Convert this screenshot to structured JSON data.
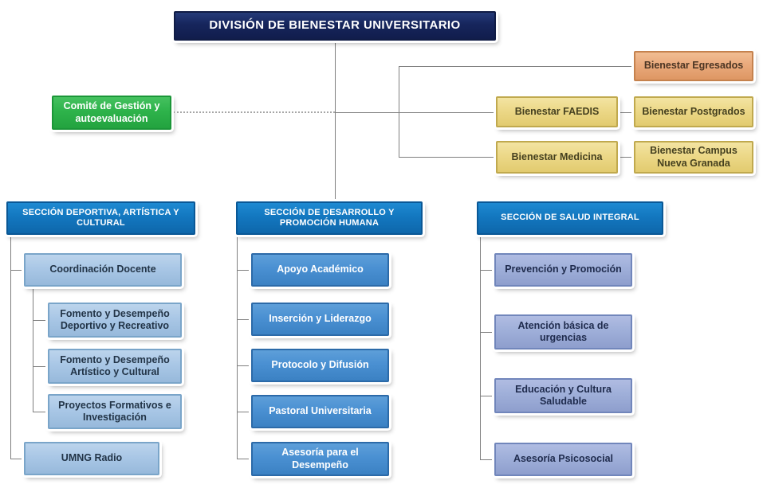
{
  "title": "DIVISIÓN DE BIENESTAR UNIVERSITARIO",
  "committee": {
    "label": "Comité de Gestión y autoevaluación"
  },
  "affiliates": {
    "egresados": {
      "label": "Bienestar Egresados"
    },
    "faedis": {
      "label": "Bienestar FAEDIS"
    },
    "postgrados": {
      "label": "Bienestar Postgrados"
    },
    "medicina": {
      "label": "Bienestar Medicina"
    },
    "campus": {
      "label": "Bienestar Campus Nueva Granada"
    }
  },
  "sections": {
    "deportiva": {
      "label": "SECCIÓN DEPORTIVA, ARTÍSTICA Y CULTURAL",
      "children": {
        "coordinacion": "Coordinación Docente",
        "deportivo": "Fomento y Desempeño Deportivo y Recreativo",
        "artistico": "Fomento y Desempeño Artístico y Cultural",
        "proyectos": "Proyectos Formativos e Investigación",
        "radio": "UMNG Radio"
      }
    },
    "desarrollo": {
      "label": "SECCIÓN DE DESARROLLO Y PROMOCIÓN HUMANA",
      "children": {
        "apoyo": "Apoyo Académico",
        "insercion": "Inserción y Liderazgo",
        "protocolo": "Protocolo y Difusión",
        "pastoral": "Pastoral Universitaria",
        "asesoria": "Asesoría para el Desempeño"
      }
    },
    "salud": {
      "label": "SECCIÓN DE SALUD INTEGRAL",
      "children": {
        "prevencion": "Prevención y Promoción",
        "atencion": "Atención básica de urgencias",
        "educacion": "Educación y Cultura Saludable",
        "psicosocial": "Asesoría Psicosocial"
      }
    }
  },
  "colors": {
    "root_navy": "#16255c",
    "committee_green": "#2eb34b",
    "affiliate_orange": "#e9a97c",
    "affiliate_yellow": "#ecd888",
    "section_blue": "#1377bf",
    "child_light_blue": "#a9c7e6",
    "child_medium_blue": "#4a90d2",
    "child_periwinkle": "#9fafd9",
    "connector_gray": "#7f7f7f"
  }
}
